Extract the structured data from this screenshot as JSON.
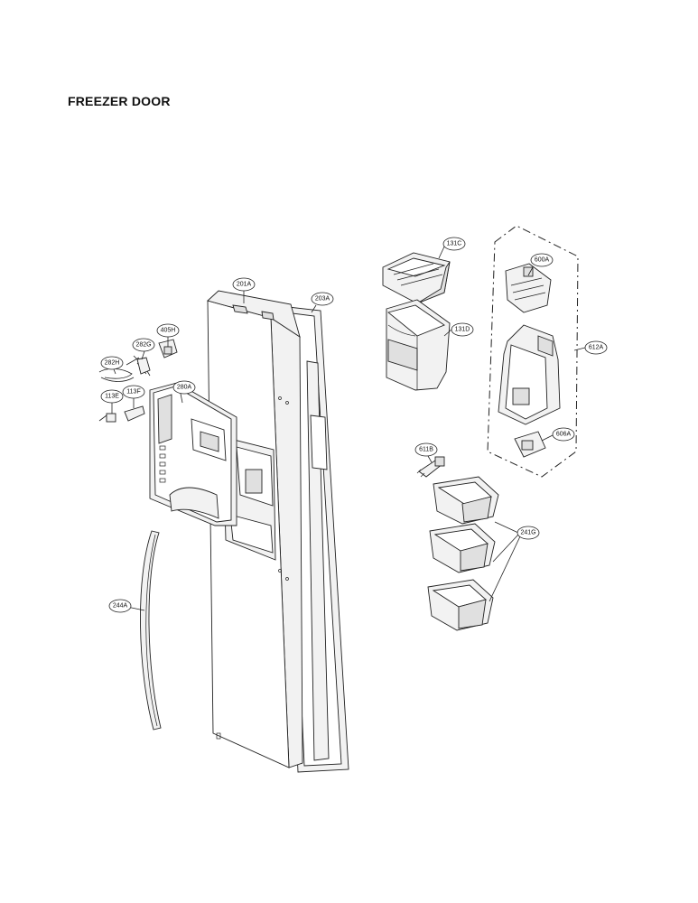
{
  "title": "FREEZER DOOR",
  "callouts": {
    "c131C": "131C",
    "c600A": "600A",
    "c201A": "201A",
    "c203A": "203A",
    "c131D": "131D",
    "c405H": "405H",
    "c282G": "282G",
    "c612A": "612A",
    "c282H": "282H",
    "c280A": "280A",
    "c113E": "113E",
    "c113F": "113F",
    "c606A": "606A",
    "c611B": "611B",
    "c241G": "241G",
    "c244A": "244A"
  }
}
